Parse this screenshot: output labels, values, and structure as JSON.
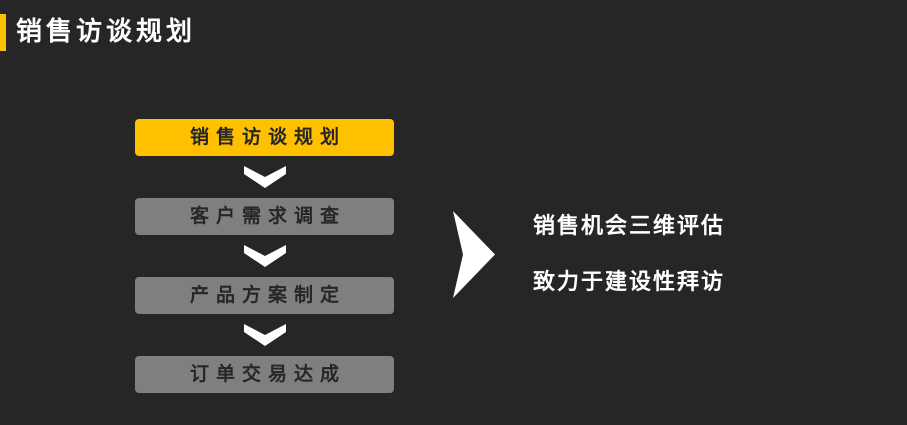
{
  "header": {
    "title": "销售访谈规划"
  },
  "steps": [
    {
      "label": "销售访谈规划",
      "state": "active"
    },
    {
      "label": "客户需求调查",
      "state": "inactive"
    },
    {
      "label": "产品方案制定",
      "state": "inactive"
    },
    {
      "label": "订单交易达成",
      "state": "inactive"
    }
  ],
  "outcomes": [
    "销售机会三维评估",
    "致力于建设性拜访"
  ],
  "colors": {
    "background": "#262626",
    "accent": "#ffc000",
    "inactive": "#7f7f7f",
    "text_light": "#ffffff"
  },
  "icons": {
    "step_connector": "chevron-down-icon",
    "result_arrow": "triangle-right-icon"
  }
}
